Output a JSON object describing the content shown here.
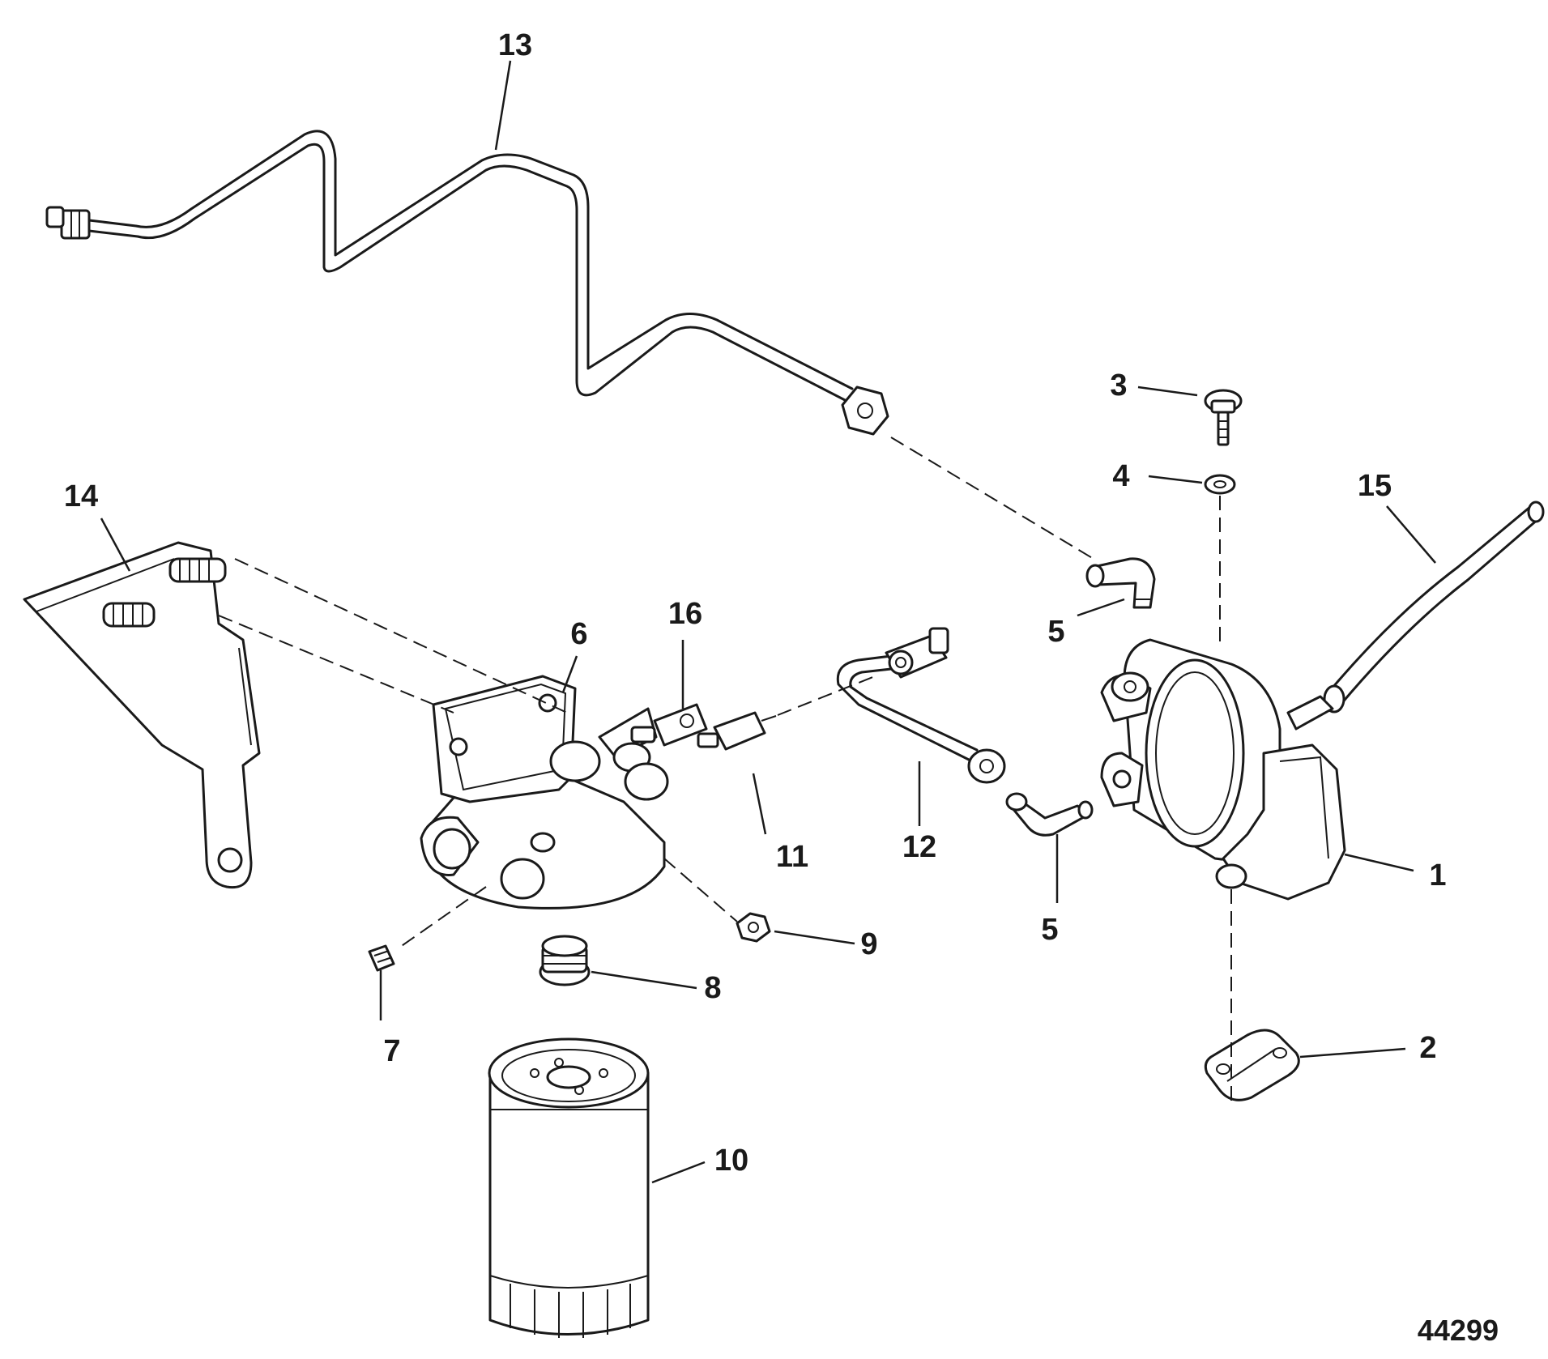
{
  "figure_number": "44299",
  "callouts": {
    "c1": "1",
    "c2": "2",
    "c3": "3",
    "c4": "4",
    "c5a": "5",
    "c5b": "5",
    "c6": "6",
    "c7": "7",
    "c8": "8",
    "c9": "9",
    "c10": "10",
    "c11": "11",
    "c12": "12",
    "c13": "13",
    "c14": "14",
    "c15": "15",
    "c16": "16"
  }
}
